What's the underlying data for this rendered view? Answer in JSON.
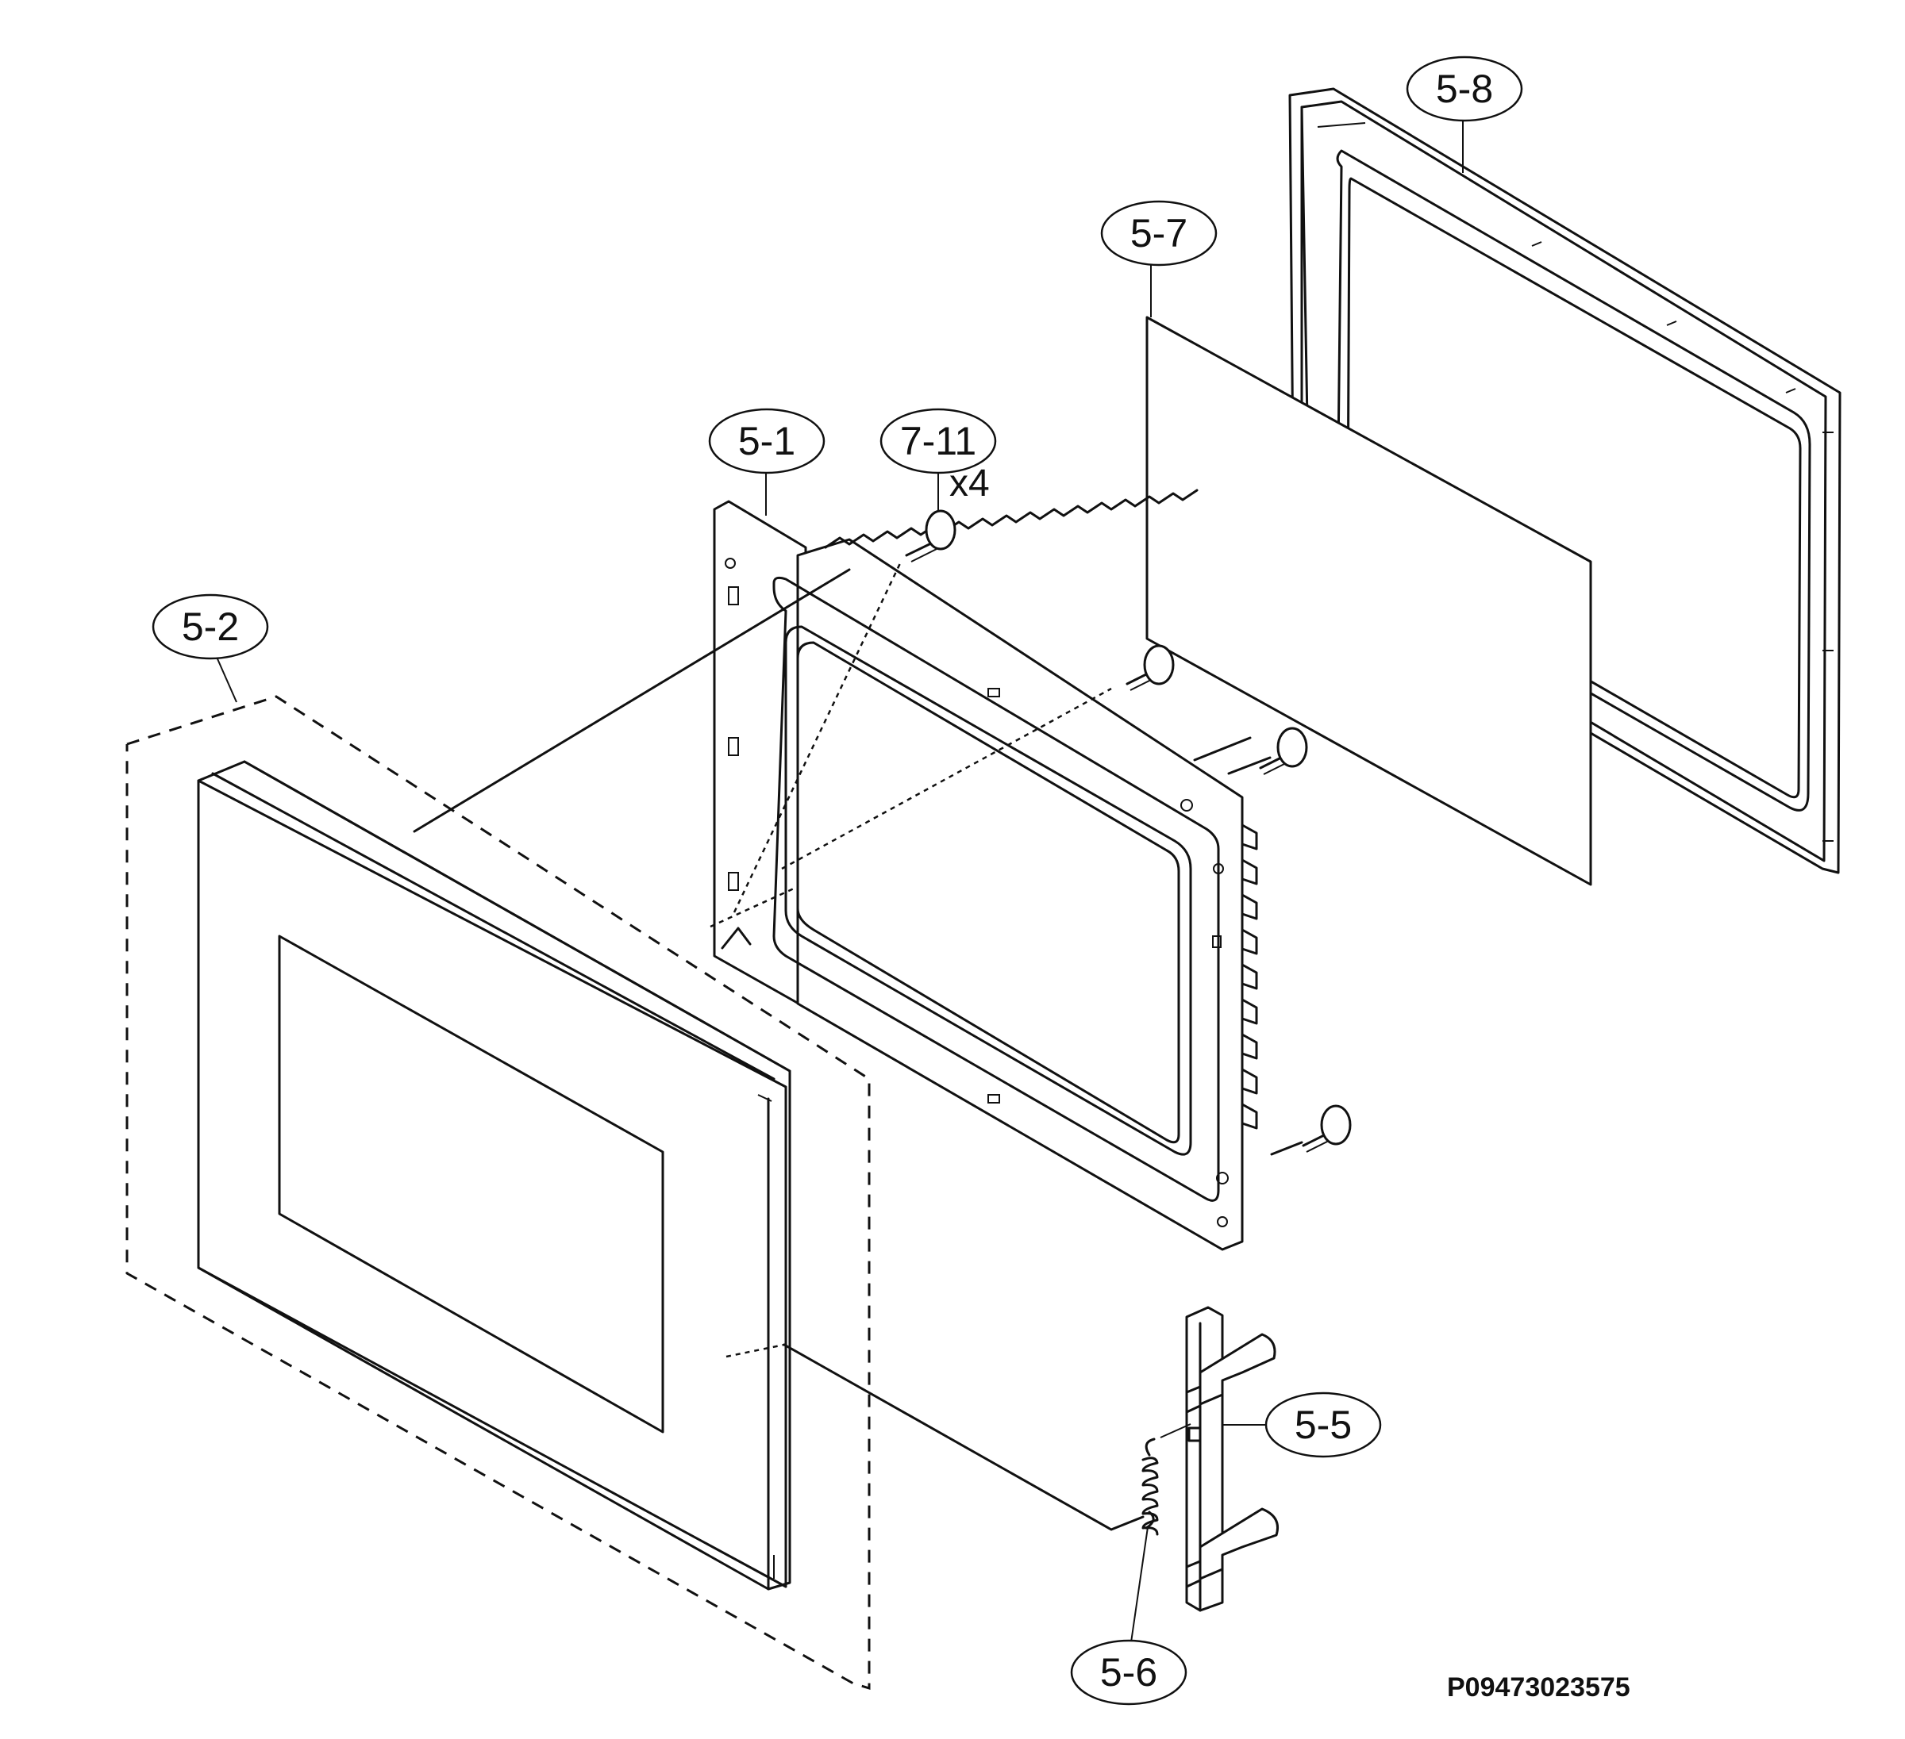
{
  "labels": {
    "part_5_1": "5-1",
    "part_5_2": "5-2",
    "part_5_5": "5-5",
    "part_5_6": "5-6",
    "part_5_7": "5-7",
    "part_5_8": "5-8",
    "part_7_11": "7-11"
  },
  "quantity": "x4",
  "drawing_code": "P09473023575"
}
